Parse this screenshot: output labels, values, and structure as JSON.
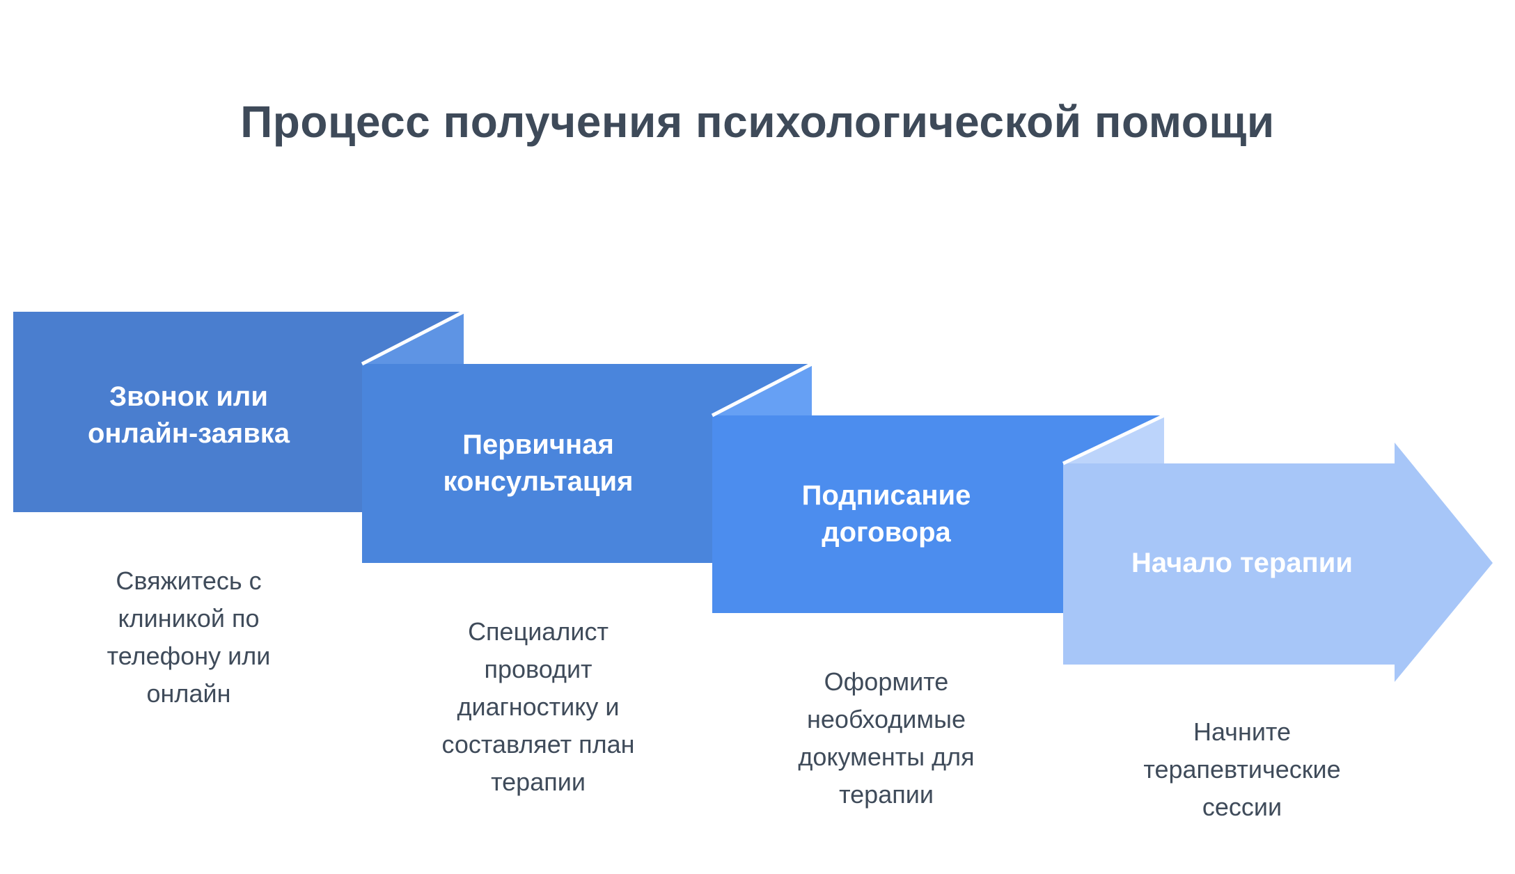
{
  "title": "Процесс получения психологической помощи",
  "colors": {
    "step1": "#4a7ecf",
    "step2": "#4a85dc",
    "step3": "#4c8dee",
    "step4": "#a7c6f8",
    "fold2": "#5e94e4",
    "fold3": "#66a0f4",
    "fold4": "#bcd4fb",
    "title_text": "#3e4a59",
    "desc_text": "#3f4b5a",
    "label_text": "#ffffff"
  },
  "steps": [
    {
      "label": "Звонок или\nонлайн-заявка",
      "description": "Свяжитесь с\nклиникой по\nтелефону или\nонлайн"
    },
    {
      "label": "Первичная\nконсультация",
      "description": "Специалист\nпроводит\nдиагностику и\nсоставляет план\nтерапии"
    },
    {
      "label": "Подписание\nдоговора",
      "description": "Оформите\nнеобходимые\nдокументы для\nтерапии"
    },
    {
      "label": "Начало терапии",
      "description": "Начните\nтерапевтические\nсессии"
    }
  ]
}
